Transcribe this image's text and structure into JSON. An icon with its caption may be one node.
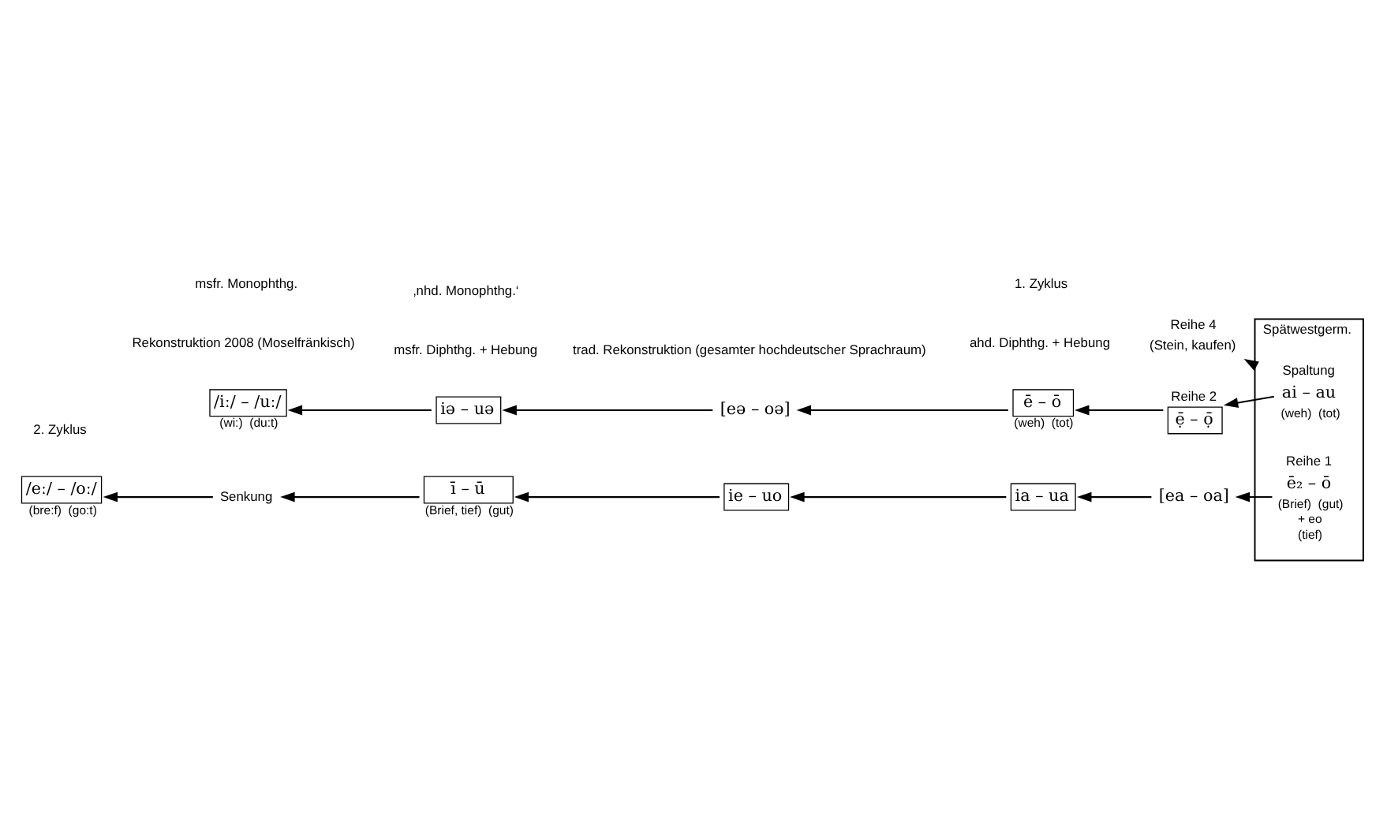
{
  "diagram": {
    "nodes": [
      {
        "text": [
          "Spätwestgerm."
        ]
      },
      {
        "text": [
          "Spaltung",
          "ai – au"
        ],
        "beside": [
          "(weh)  (tot)"
        ],
        "in": 0
      },
      {
        "text": [
          "Reihe 1",
          "ē₂ – ō"
        ],
        "beside": [
          "(Brief)  (gut)",
          "+ eo",
          "(tief)"
        ],
        "in": 0
      },
      {
        "text": [
          "Reihe 4",
          "(Stein, kaufen)"
        ]
      },
      {
        "text": [
          "ia – ua"
        ]
      },
      {
        "text": [
          "[ea – oa]"
        ]
      },
      {
        "text": [
          "ie – uo"
        ]
      },
      {
        "text": [
          "ī – ū"
        ],
        "beside": [
          "(Brief, tief)  (gut)"
        ]
      },
      {
        "text": [
          "Reihe 2",
          "ẹ̄ – ọ̄"
        ]
      },
      {
        "text": [
          "ē – ō"
        ],
        "beside": [
          "(weh)  (tot)"
        ]
      },
      {
        "text": [
          "iə – uə"
        ]
      },
      {
        "text": [
          "[eə – oə]"
        ]
      },
      {
        "text": [
          "/iː/ – /uː/"
        ],
        "beside": [
          "(wi:)  (du:t)"
        ]
      },
      {
        "text": [
          "Senkung"
        ]
      },
      {
        "text": [
          "/eː/ – /oː/"
        ],
        "beside": [
          "(bre:f)  (go:t)"
        ]
      }
    ],
    "edges": [
      {
        "from": 0,
        "to": 3,
        "arrow": "to"
      },
      {
        "from": 1,
        "to": 8,
        "arrow": "to"
      },
      {
        "from": 2,
        "to": 5,
        "arrow": "to"
      },
      {
        "from": 5,
        "to": 4,
        "arrow": "to"
      },
      {
        "from": 4,
        "to": 6,
        "arrow": "to"
      },
      {
        "from": 6,
        "to": 7,
        "arrow": "to"
      },
      {
        "from": 8,
        "to": 9,
        "arrow": "to"
      },
      {
        "from": 9,
        "to": 11,
        "arrow": "to"
      },
      {
        "from": 11,
        "to": 10,
        "arrow": "to"
      },
      {
        "from": 10,
        "to": 12,
        "arrow": "to"
      },
      {
        "from": 7,
        "to": 13,
        "arrow": "to"
      },
      {
        "from": 13,
        "to": 14,
        "arrow": "to"
      }
    ],
    "labels": [
      "Rekonstruktion 2008 (Moselfränkisch)",
      "trad. Rekonstruktion (gesamter hochdeutscher Sprachraum)",
      "msfr. Monophthg.",
      "msfr. Diphthg. + Hebung",
      "‚nhd. Monophthg.‘",
      "ahd. Diphthg. + Hebung",
      "2. Zyklus",
      "1. Zyklus"
    ]
  }
}
